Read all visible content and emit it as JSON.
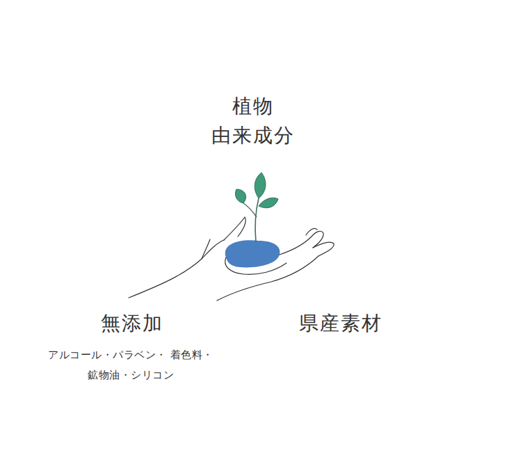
{
  "diagram": {
    "nodes": [
      {
        "text": [
          "植物 由来成分"
        ]
      },
      {
        "text": [
          "無添加",
          "アルコール・パラベン・ 着色料・鉱物油・シリコン"
        ]
      },
      {
        "text": [
          "県産素材"
        ]
      }
    ]
  }
}
